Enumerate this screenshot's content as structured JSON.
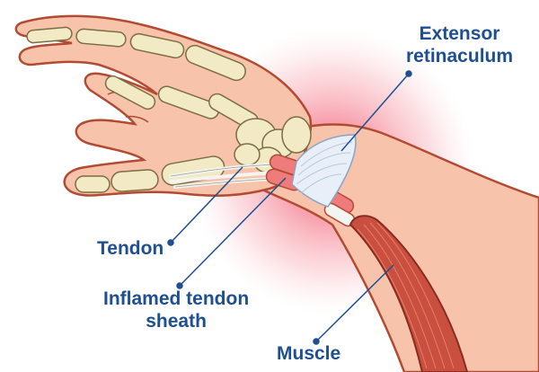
{
  "colors": {
    "label": "#1d4f91",
    "leader": "#1d4f91",
    "skin": "#f7c4ab",
    "skin_outline": "#b34a32",
    "bone": "#f1eac5",
    "bone_outline": "#7c6d44",
    "tendon_sheath": "#f07b7b",
    "retinaculum": "#e8eff8",
    "muscle": "#c9503e",
    "inflammation": "#f0425a"
  },
  "labels": {
    "extensor_retinaculum": "Extensor\nretinaculum",
    "tendon": "Tendon",
    "inflamed_tendon_sheath": "Inflamed tendon\nsheath",
    "muscle": "Muscle"
  }
}
